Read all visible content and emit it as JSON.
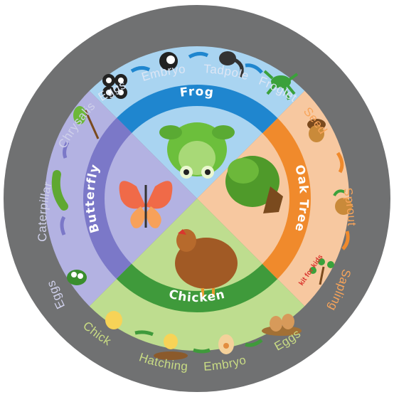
{
  "colors": {
    "outer_ring": "#707172",
    "frog_bg": "#a9d4f1",
    "frog_band": "#1f86cf",
    "oak_bg": "#f7c8a0",
    "oak_band": "#f08a2c",
    "chicken_bg": "#bedd8f",
    "chicken_band": "#3f9a3b",
    "butterfly_bg": "#b3b2e2",
    "butterfly_band": "#7b78c8",
    "frog_stage_text": "#dde6f5",
    "oak_stage_text": "#f7a45a",
    "chicken_stage_text": "#c9dc84",
    "butterfly_stage_text": "#cfd0ea"
  },
  "sections": {
    "frog": {
      "title": "Frog",
      "stages": [
        "Eggs",
        "Embryo",
        "Tadpole",
        "Froglet"
      ]
    },
    "oak": {
      "title": "Oak Tree",
      "stages": [
        "Seed",
        "Sprout",
        "Sapling"
      ]
    },
    "chicken": {
      "title": "Chicken",
      "stages": [
        "Eggs",
        "Embryo",
        "Hatching",
        "Chick"
      ]
    },
    "butterfly": {
      "title": "Butterfly",
      "stages": [
        "Eggs",
        "Caterpillar",
        "Chrysalis"
      ]
    }
  },
  "brand": "kit for kids"
}
